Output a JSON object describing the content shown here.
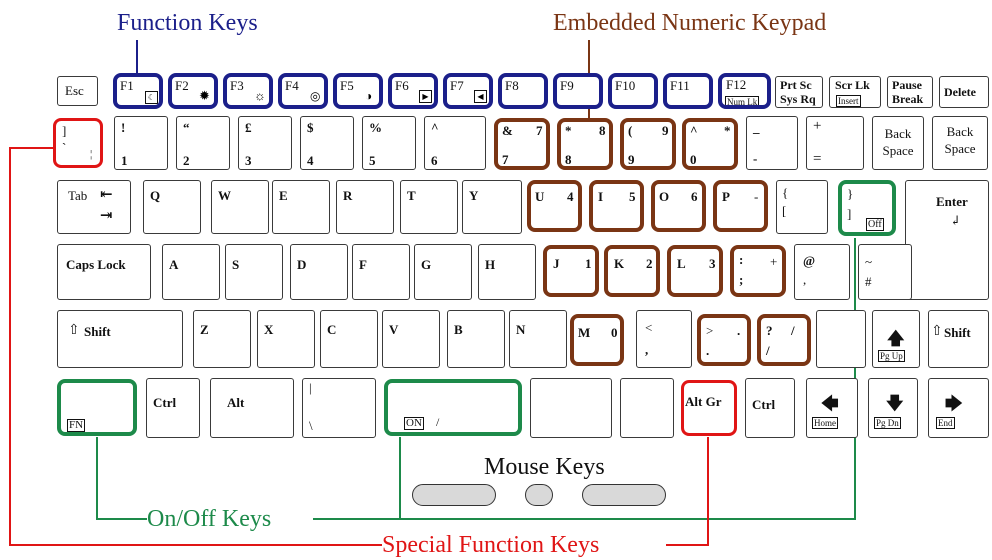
{
  "titles": {
    "function_keys": "Function Keys",
    "numeric_keypad": "Embedded Numeric Keypad",
    "mouse_keys": "Mouse Keys",
    "on_off_keys": "On/Off Keys",
    "special_keys": "Special Function Keys"
  },
  "colors": {
    "function": "#1b1f8a",
    "numeric": "#7a3514",
    "onoff": "#1d8a4a",
    "special": "#e01515"
  },
  "row0": {
    "esc": "Esc",
    "f1": "F1",
    "f2": "F2",
    "f3": "F3",
    "f4": "F4",
    "f5": "F5",
    "f6": "F6",
    "f7": "F7",
    "f8": "F8",
    "f9": "F9",
    "f10": "F10",
    "f11": "F11",
    "f12": "F12",
    "numlk": "Num Lk",
    "prtsc": "Prt Sc",
    "sysrq": "Sys Rq",
    "scrlk": "Scr Lk",
    "insert": "Insert",
    "pause": "Pause",
    "break": "Break",
    "delete": "Delete"
  },
  "row1": {
    "k0_top": "]",
    "k0_bottom": "`",
    "k1_top": "!",
    "k1_bottom": "1",
    "k2_top": "“",
    "k2_bottom": "2",
    "k3_top": "£",
    "k3_bottom": "3",
    "k4_top": "$",
    "k4_bottom": "4",
    "k5_top": "%",
    "k5_bottom": "5",
    "k6_top": "^",
    "k6_bottom": "6",
    "k7_top": "&",
    "k7_num": "7",
    "k7_bottom": "7",
    "k8_top": "*",
    "k8_num": "8",
    "k8_bottom": "8",
    "k9_top": "(",
    "k9_num": "9",
    "k9_bottom": "9",
    "k0n_top": "^",
    "k0n_num": "*",
    "k0n_bottom": "0",
    "minus_top": "_",
    "minus_bottom": "-",
    "plus_top": "+",
    "plus_bottom": "=",
    "backspace1": "Back",
    "backspace2": "Space",
    "backspace3": "Back",
    "backspace4": "Space"
  },
  "row2": {
    "tab": "Tab",
    "q": "Q",
    "w": "W",
    "e": "E",
    "r": "R",
    "t": "T",
    "y": "Y",
    "u": "U",
    "u_num": "4",
    "i": "I",
    "i_num": "5",
    "o": "O",
    "o_num": "6",
    "p": "P",
    "p_num": "-",
    "brace_top": "{",
    "brace_bottom": "[",
    "rbrace_top": "}",
    "rbrace_bottom": "]",
    "off": "Off",
    "enter": "Enter"
  },
  "row3": {
    "caps": "Caps Lock",
    "a": "A",
    "s": "S",
    "d": "D",
    "f": "F",
    "g": "G",
    "h": "H",
    "j": "J",
    "j_num": "1",
    "k": "K",
    "k_num": "2",
    "l": "L",
    "l_num": "3",
    "colon_top": ":",
    "colon_bottom": ";",
    "colon_num": "+",
    "at_top": "@",
    "at_bottom": ",",
    "tilde_top": "~",
    "tilde_bottom": "#"
  },
  "row4": {
    "shift_l": "Shift",
    "z": "Z",
    "x": "X",
    "c": "C",
    "v": "V",
    "b": "B",
    "n": "N",
    "m": "M",
    "m_num": "0",
    "lt_top": "<",
    "lt_bottom": ",",
    "gt_top": ">",
    "gt_num": ".",
    "gt_bottom": ".",
    "q_top": "?",
    "q_num": "/",
    "q_bottom": "/",
    "pgup": "Pg Up",
    "shift_r": "Shift"
  },
  "row5": {
    "fn": "FN",
    "ctrl_l": "Ctrl",
    "alt": "Alt",
    "pipe_top": "|",
    "pipe_bottom": "\\",
    "on": "ON",
    "on_slash": "/",
    "altgr": "Alt Gr",
    "ctrl_r": "Ctrl",
    "home": "Home",
    "pgdn": "Pg Dn",
    "end": "End"
  }
}
